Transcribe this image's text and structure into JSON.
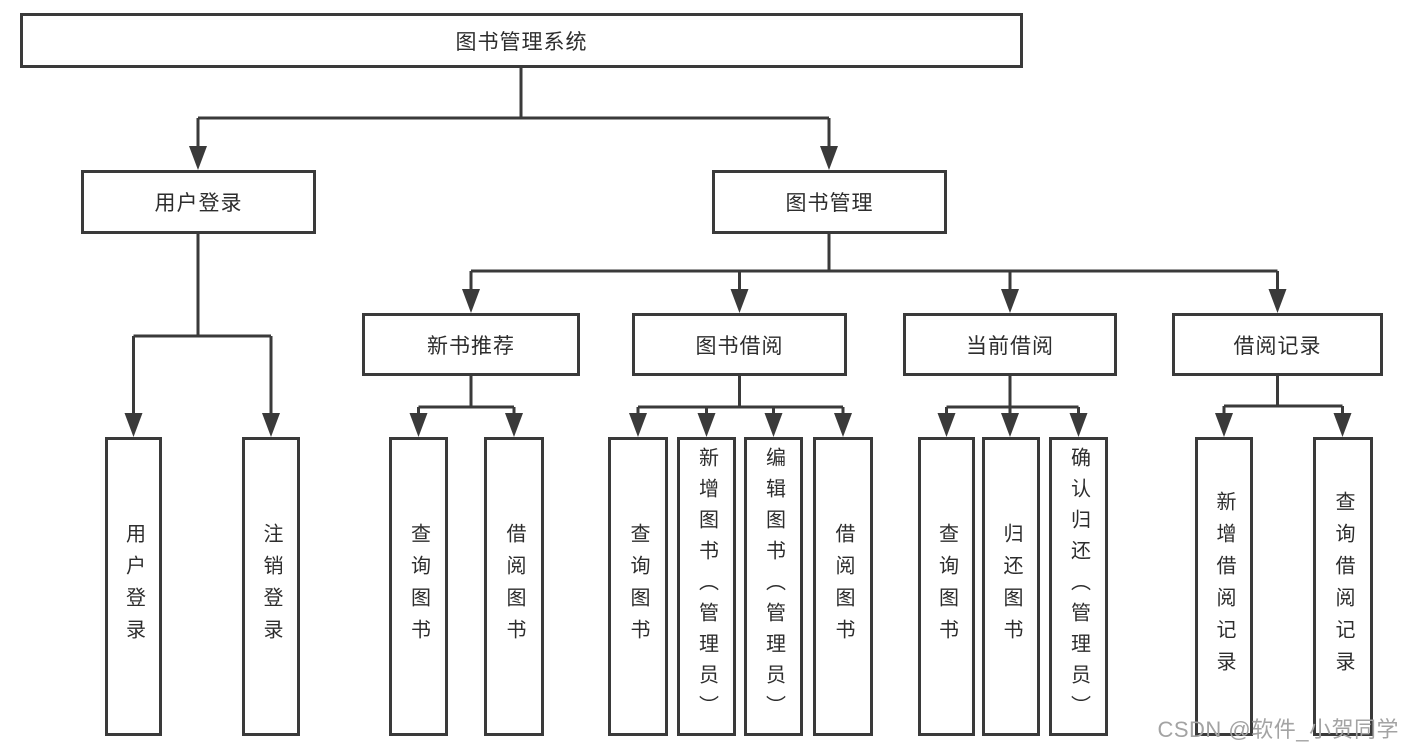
{
  "colors": {
    "background": "#ffffff",
    "line": "#3a3a3a",
    "box_border": "#3a3a3a",
    "text": "#2d2d2d",
    "watermark": "#a3a3a3"
  },
  "watermark": {
    "text": "CSDN @软件_小贺同学"
  },
  "tree": {
    "label": "图书管理系统",
    "children": [
      {
        "label": "用户登录",
        "children": [
          {
            "label": "用户登录"
          },
          {
            "label": "注销登录"
          }
        ]
      },
      {
        "label": "图书管理",
        "children": [
          {
            "label": "新书推荐",
            "children": [
              {
                "label": "查询图书"
              },
              {
                "label": "借阅图书"
              }
            ]
          },
          {
            "label": "图书借阅",
            "children": [
              {
                "label": "查询图书"
              },
              {
                "label": "新增图书（管理员）"
              },
              {
                "label": "编辑图书（管理员）"
              },
              {
                "label": "借阅图书"
              }
            ]
          },
          {
            "label": "当前借阅",
            "children": [
              {
                "label": "查询图书"
              },
              {
                "label": "归还图书"
              },
              {
                "label": "确认归还（管理员）"
              }
            ]
          },
          {
            "label": "借阅记录",
            "children": [
              {
                "label": "新增借阅记录"
              },
              {
                "label": "查询借阅记录"
              }
            ]
          }
        ]
      }
    ]
  }
}
